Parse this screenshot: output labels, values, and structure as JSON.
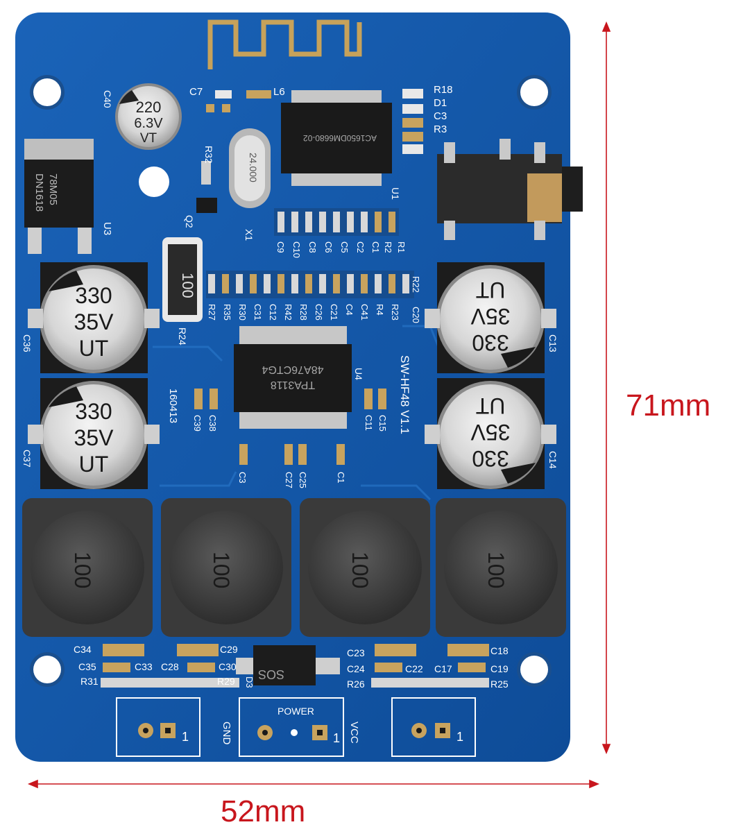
{
  "dimensions": {
    "width_label": "52mm",
    "height_label": "71mm",
    "color": "#c8161d"
  },
  "board": {
    "color": "#1256a8",
    "model": "SW-HF48 V1.1",
    "date_code": "160413",
    "power_label": "POWER",
    "gnd_label": "GND",
    "vcc_label": "VCC",
    "pin_one": "1"
  },
  "chips": {
    "amp_line1": "TPA3118",
    "amp_line2": "48A76CTG4",
    "bt_chip": "AC1650DM6680-02",
    "regulator_line1": "78M05",
    "regulator_line2": "DN1618",
    "crystal": "24.000"
  },
  "big_caps": {
    "value": "330",
    "voltage": "35V",
    "series": "UT",
    "labels": [
      "C36",
      "C37",
      "C13",
      "C14"
    ]
  },
  "small_cap": {
    "value": "220",
    "voltage": "6.3V",
    "series": "VT",
    "label": "C40"
  },
  "inductors": {
    "value": "100"
  },
  "resistor_r24": {
    "value": "100",
    "label": "R24"
  },
  "silkscreen": {
    "row_top": [
      "C9",
      "C10",
      "C8",
      "C6",
      "C5",
      "C2",
      "C1",
      "R2",
      "R1"
    ],
    "row_mid": [
      "R27",
      "R35",
      "R30",
      "C31",
      "C12",
      "R42",
      "R28",
      "C26",
      "C21",
      "C4",
      "C41",
      "R4",
      "R23"
    ],
    "top_right": [
      "R18",
      "D1",
      "C3",
      "R3"
    ],
    "u1": "U1",
    "u3": "U3",
    "u4": "U4",
    "x1": "X1",
    "q2": "Q2",
    "r32": "R32",
    "c7": "C7",
    "l6": "L6",
    "r22": "R22",
    "c20": "C20",
    "c39": "C39",
    "c38": "C38",
    "c11": "C11",
    "c15": "C15",
    "c3x": "C3",
    "c25": "C25",
    "c27": "C27",
    "c1x": "C1",
    "bottom_left": [
      "C34",
      "C35",
      "R31",
      "C33",
      "C28",
      "C29",
      "C30",
      "R29"
    ],
    "bottom_right": [
      "C23",
      "C24",
      "R26",
      "C22",
      "C17",
      "C18",
      "C19",
      "R25"
    ],
    "d3": "D3",
    "diode": "SOS"
  }
}
